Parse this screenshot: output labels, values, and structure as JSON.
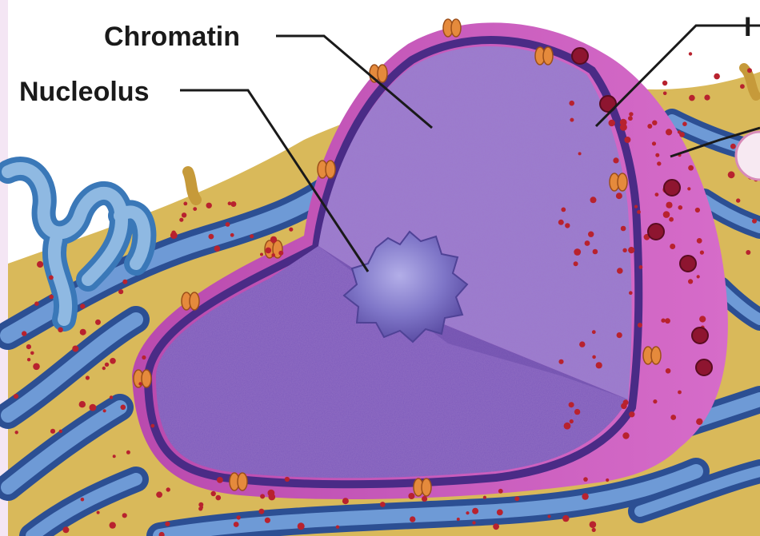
{
  "labels": {
    "chromatin": "Chromatin",
    "nucleolus": "Nucleolus",
    "cropped_right": "I"
  },
  "colors": {
    "background": "#f4e6f4",
    "envelope_outer": "#c65ab9",
    "envelope_inner": "#6a3a9c",
    "nucleoplasm": "#8a68c2",
    "nucleolus": "#7e74c9",
    "pore": "#e58a3c",
    "er": "#3d69b3",
    "cytoplasm": "#d9b95a",
    "ribosome": "#b8222e"
  },
  "icons": [
    "nuclear-pore-icon",
    "ribosome-icon"
  ]
}
